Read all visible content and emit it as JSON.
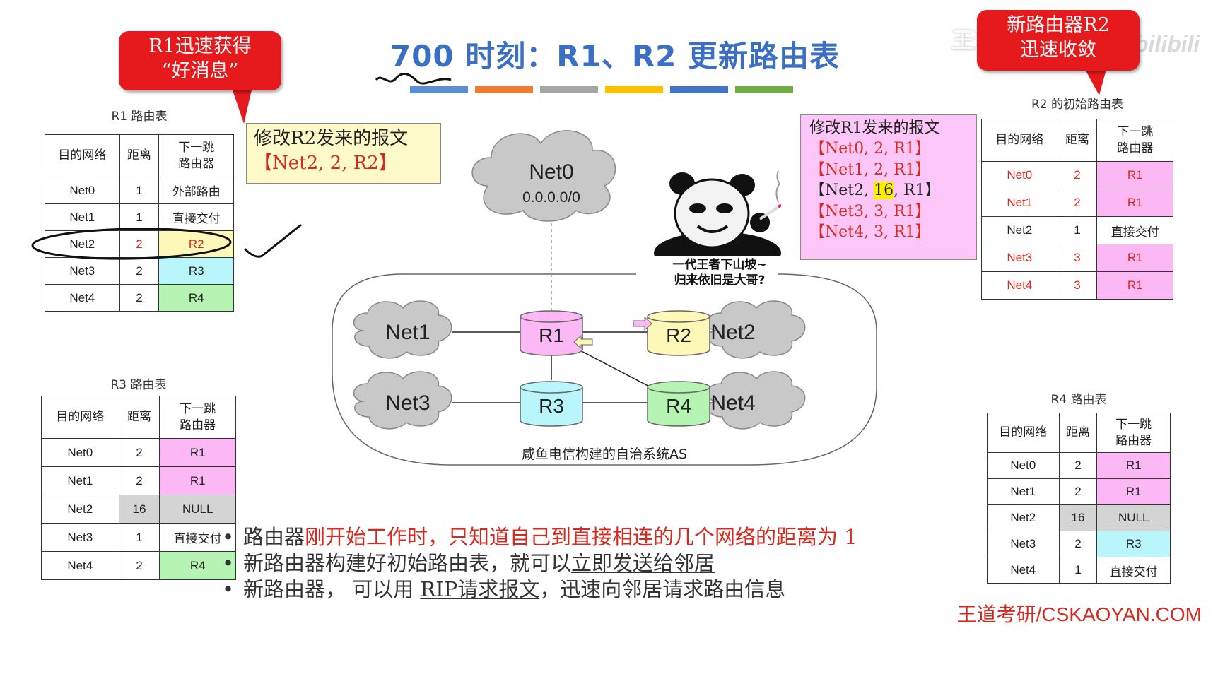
{
  "title": "700 时刻：R1、R2 更新路由表",
  "title_bar_colors": [
    "#5b8fd1",
    "#ee7d31",
    "#a5a5a5",
    "#ffc000",
    "#4472c4",
    "#70ad47"
  ],
  "callout_r1": {
    "line1": "R1迅速获得",
    "line2": "“好消息”"
  },
  "callout_r2": {
    "line1": "新路由器R2",
    "line2": "迅速收敛"
  },
  "watermark": "王道计算机教育",
  "bilibili": "bilibili",
  "table_headers": {
    "dest": "目的网络",
    "dist": "距离",
    "next_hop_line1": "下一跳",
    "next_hop_line2": "路由器"
  },
  "r1_table": {
    "caption": "R1 路由表",
    "rows": [
      {
        "dest": "Net0",
        "dist": "1",
        "next": "外部路由"
      },
      {
        "dest": "Net1",
        "dist": "1",
        "next": "直接交付"
      },
      {
        "dest": "Net2",
        "dist": "2",
        "next": "R2"
      },
      {
        "dest": "Net3",
        "dist": "2",
        "next": "R3"
      },
      {
        "dest": "Net4",
        "dist": "2",
        "next": "R4"
      }
    ]
  },
  "r2_table": {
    "caption": "R2 的初始路由表",
    "rows": [
      {
        "dest": "Net0",
        "dist": "2",
        "next": "R1"
      },
      {
        "dest": "Net1",
        "dist": "2",
        "next": "R1"
      },
      {
        "dest": "Net2",
        "dist": "1",
        "next": "直接交付"
      },
      {
        "dest": "Net3",
        "dist": "3",
        "next": "R1"
      },
      {
        "dest": "Net4",
        "dist": "3",
        "next": "R1"
      }
    ]
  },
  "r3_table": {
    "caption": "R3 路由表",
    "rows": [
      {
        "dest": "Net0",
        "dist": "2",
        "next": "R1"
      },
      {
        "dest": "Net1",
        "dist": "2",
        "next": "R1"
      },
      {
        "dest": "Net2",
        "dist": "16",
        "next": "NULL"
      },
      {
        "dest": "Net3",
        "dist": "1",
        "next": "直接交付"
      },
      {
        "dest": "Net4",
        "dist": "2",
        "next": "R4"
      }
    ]
  },
  "r4_table": {
    "caption": "R4 路由表",
    "rows": [
      {
        "dest": "Net0",
        "dist": "2",
        "next": "R1"
      },
      {
        "dest": "Net1",
        "dist": "2",
        "next": "R1"
      },
      {
        "dest": "Net2",
        "dist": "16",
        "next": "NULL"
      },
      {
        "dest": "Net3",
        "dist": "2",
        "next": "R3"
      },
      {
        "dest": "Net4",
        "dist": "1",
        "next": "直接交付"
      }
    ]
  },
  "msg_r2": {
    "title": "修改R2发来的报文",
    "line": "【Net2, 2, R2】"
  },
  "msg_r1": {
    "title": "修改R1发来的报文",
    "line0": "【Net0, 2, R1】",
    "line1": "【Net1, 2, R1】",
    "line2_pre": "【Net2, ",
    "line2_hl": "16",
    "line2_post": ", R1】",
    "line3": "【Net3, 3, R1】",
    "line4": "【Net4, 3, R1】"
  },
  "meme": {
    "line1": "一代王者下山坡~",
    "line2": "归来依旧是大哥?"
  },
  "diagram": {
    "net0_label": "Net0",
    "net0_addr": "0.0.0.0/0",
    "net1": "Net1",
    "net2": "Net2",
    "net3": "Net3",
    "net4": "Net4",
    "r1": "R1",
    "r2": "R2",
    "r3": "R3",
    "r4": "R4",
    "as_label": "咸鱼电信构建的自治系统AS"
  },
  "bullets": {
    "b1_normal": "路由器",
    "b1_red": "刚开始工作时，只知道自己到直接相连的几个网络的距离为 1",
    "b2_normal": "新路由器构建好初始路由表，就可以",
    "b2_ul": "立即发送给邻居",
    "b3_normal": "新路由器， 可以用 ",
    "b3_ul": "RIP请求报文",
    "b3_tail": "，迅速向邻居请求路由信息"
  },
  "footer": "王道考研/CSKAOYAN.COM"
}
